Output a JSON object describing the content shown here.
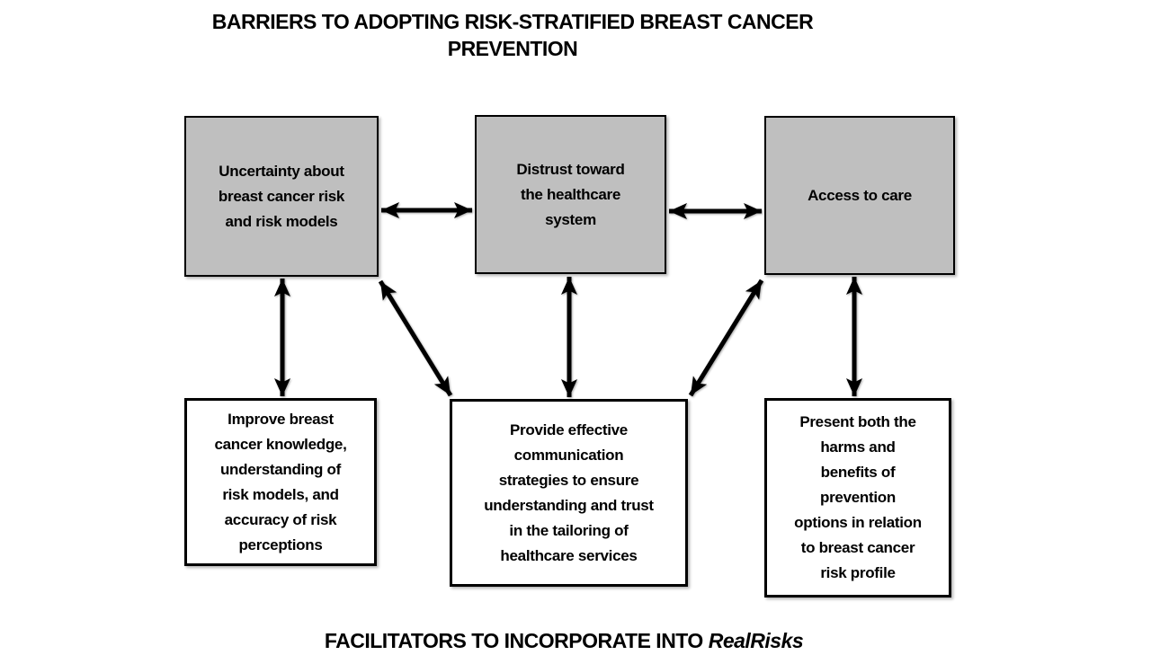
{
  "title": "BARRIERS TO ADOPTING RISK-STRATIFIED BREAST CANCER\nPREVENTION",
  "barriers": [
    {
      "label": "Uncertainty about\nbreast cancer risk\nand risk models"
    },
    {
      "label": "Distrust toward\nthe healthcare\nsystem"
    },
    {
      "label": "Access to care"
    }
  ],
  "facilitators": [
    {
      "label": "Improve breast\ncancer knowledge,\nunderstanding of\nrisk models, and\naccuracy of risk\nperceptions"
    },
    {
      "label": "Provide effective\ncommunication\nstrategies to ensure\nunderstanding and trust\nin the tailoring of\nhealthcare services"
    },
    {
      "label": "Present both the\nharms and\nbenefits of\nprevention\noptions in relation\nto breast cancer\nrisk profile"
    }
  ],
  "caption": {
    "prefix": "FACILITATORS TO INCORPORATE INTO ",
    "emphasis": "RealRisks"
  },
  "colors": {
    "background": "#FFFFFF",
    "text": "#000000",
    "barrier_fill": "#BFBFBF",
    "box_border": "#000000",
    "arrow": "#000000"
  }
}
